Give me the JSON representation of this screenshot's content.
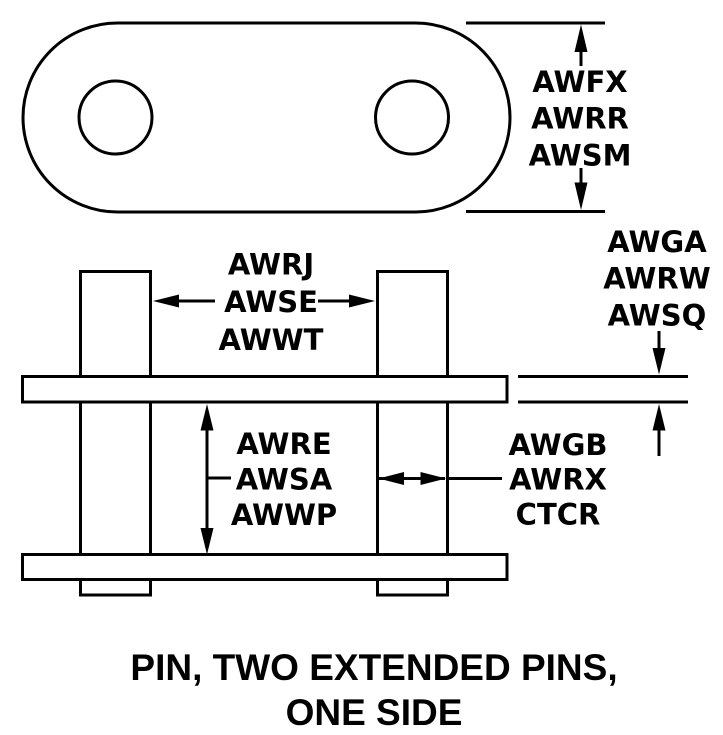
{
  "colors": {
    "ink": "#000000",
    "background": "#ffffff"
  },
  "title": {
    "line1": "PIN, TWO EXTENDED PINS,",
    "line2": "ONE SIDE"
  },
  "dimensions": {
    "plate_height": {
      "labels": [
        "AWFX",
        "AWRR",
        "AWSM"
      ]
    },
    "plate_thickness": {
      "labels": [
        "AWGA",
        "AWRW",
        "AWSQ"
      ]
    },
    "pin_spacing": {
      "labels": [
        "AWRJ",
        "AWSE",
        "AWWT"
      ]
    },
    "plate_separation": {
      "labels": [
        "AWRE",
        "AWSA",
        "AWWP"
      ]
    },
    "pin_width": {
      "labels": [
        "AWGB",
        "AWRX",
        "CTCR"
      ]
    }
  }
}
